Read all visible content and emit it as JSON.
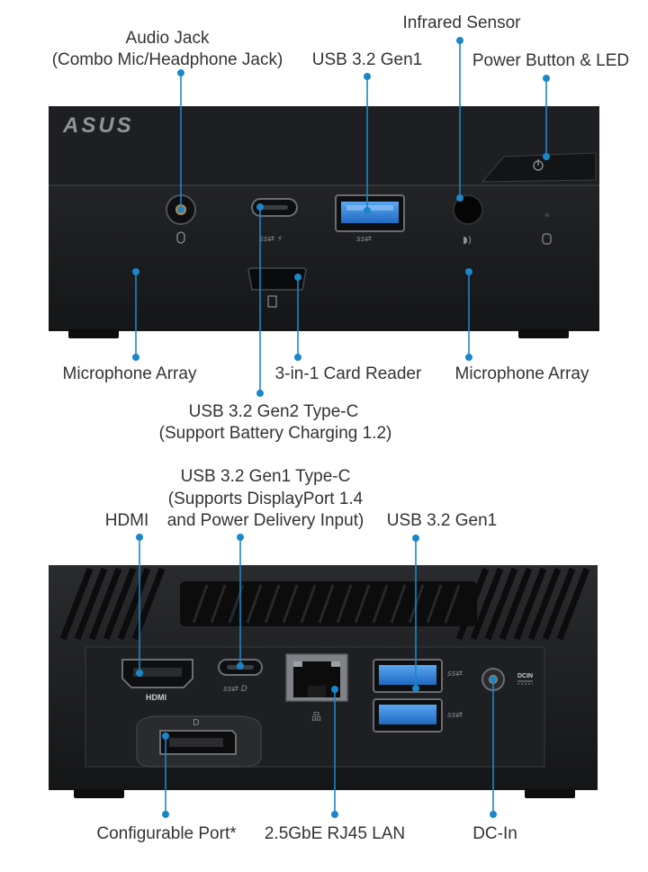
{
  "brand": {
    "logo_text": "ASUS",
    "rear_port_caption": "HDMI",
    "dc_caption": "DCIN"
  },
  "front_labels": {
    "audio_line1": "Audio Jack",
    "audio_line2": "(Combo Mic/Headphone Jack)",
    "usb_gen1": "USB 3.2 Gen1",
    "infrared": "Infrared Sensor",
    "power": "Power Button & LED",
    "mic_left": "Microphone Array",
    "card_reader": "3-in-1 Card Reader",
    "mic_right": "Microphone Array",
    "typec_line1": "USB 3.2 Gen2 Type-C",
    "typec_line2": "(Support Battery Charging 1.2)"
  },
  "rear_labels": {
    "hdmi": "HDMI",
    "typec_line1": "USB 3.2 Gen1 Type-C",
    "typec_line2": "(Supports DisplayPort 1.4",
    "typec_line3": "and Power Delivery Input)",
    "usb_gen1": "USB 3.2 Gen1",
    "configurable": "Configurable Port*",
    "lan": "2.5GbE RJ45 LAN",
    "dcin": "DC-In"
  },
  "colors": {
    "accent": "#1a87c9",
    "device": "#1b1c1e",
    "usb_blue": "#2f7fd6"
  }
}
